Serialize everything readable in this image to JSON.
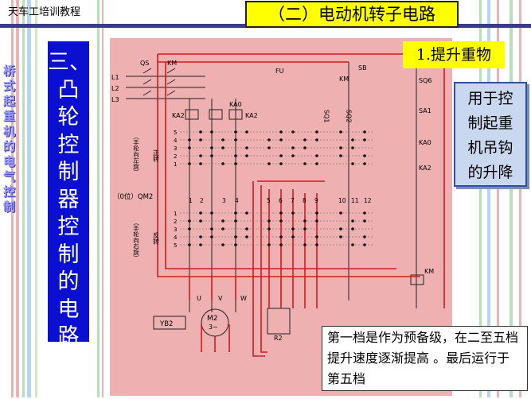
{
  "header": {
    "course": "天车工培训教程",
    "title": "（二）电动机转子电路"
  },
  "side_title": "桥式起重机的电气控制",
  "section_heading": [
    "三、",
    "凸",
    "轮",
    "控",
    "制",
    "器",
    "控",
    "制",
    "的",
    "电",
    "路"
  ],
  "subsection_label": "1.提升重物",
  "info_box": [
    "用于控",
    "制起重",
    "机吊钩",
    "的升降"
  ],
  "note": "第一档是作为预备级，在二至五档提升速度逐渐提高 。最后运行于第五档",
  "diagram": {
    "lines": [
      "L1",
      "L2",
      "L3"
    ],
    "qs": "QS",
    "km": "KM",
    "ka0": "KA0",
    "ka2_left": "KA2",
    "ka2_right": "KA2",
    "fu": "FU",
    "zero_pos": "（0位）QM2",
    "forward_note": "（手轮向左旋）",
    "forward": "正转",
    "reverse_note": "（手轮向右旋）",
    "reverse": "反转",
    "contact_nums_top": [
      "5",
      "4",
      "3",
      "2",
      "1"
    ],
    "contact_nums_bottom": [
      "1",
      "2",
      "3",
      "4",
      "5"
    ],
    "cols": [
      "1",
      "2",
      "3",
      "4",
      "5",
      "6",
      "7",
      "8",
      "9",
      "10",
      "11",
      "12"
    ],
    "motor": "M2",
    "motor_sub": "3~",
    "uvw": [
      "U",
      "V",
      "W"
    ],
    "yb2": "YB2",
    "r2": "R2",
    "right_items": [
      "KM",
      "SB",
      "SQ6",
      "SA1",
      "KA0",
      "KA2",
      "KM"
    ],
    "sq": [
      "SQ1",
      "SQ2"
    ]
  },
  "colors": {
    "header_bar": "#3b3b8c",
    "title_bg": "#ffff00",
    "heading_col": "#0a0fd0",
    "diagram_bg": "#eeb0b0",
    "wire_red": "#d21a1a",
    "info_bg": "#c9d8ee"
  }
}
